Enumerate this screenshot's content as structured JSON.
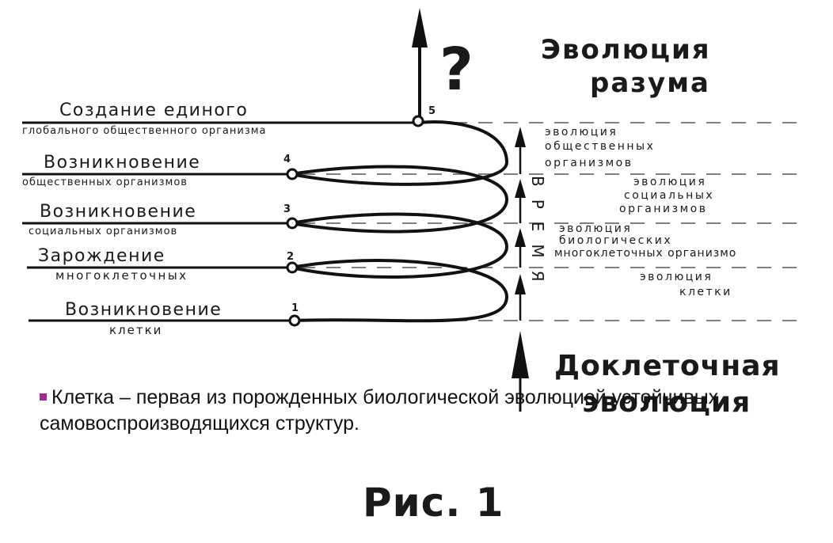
{
  "question_mark": "?",
  "top_right": {
    "line1": "Эволюция",
    "line2": "разума"
  },
  "bottom_right": {
    "line1": "Доклеточная",
    "line2": "эволюция"
  },
  "time_axis_label": "ВРЕМЯ",
  "levels": [
    {
      "number": "5",
      "title": "Создание единого",
      "subtitle": "глобального общественного организма"
    },
    {
      "number": "4",
      "title": "Возникновение",
      "subtitle": "общественных организмов"
    },
    {
      "number": "3",
      "title": "Возникновение",
      "subtitle": "социальных организмов"
    },
    {
      "number": "2",
      "title": "Зарождение",
      "subtitle": "многоклеточных"
    },
    {
      "number": "1",
      "title": "Возникновение",
      "subtitle": "клетки"
    }
  ],
  "stages": [
    {
      "lines": [
        "эволюция",
        "общественных",
        "организмов"
      ]
    },
    {
      "lines": [
        "эволюция",
        "социальных",
        "организмов"
      ]
    },
    {
      "lines": [
        "эволюция",
        "биологических",
        "многоклеточных организмо"
      ]
    },
    {
      "lines": [
        "эволюция",
        "клетки"
      ]
    }
  ],
  "caption": "Клетка – первая из порожденных биологической эволюцией устойчивых самовоспроизводящихся структур.",
  "caption_bullet_color": "#9b2d8f",
  "figure_label": "Рис. 1"
}
